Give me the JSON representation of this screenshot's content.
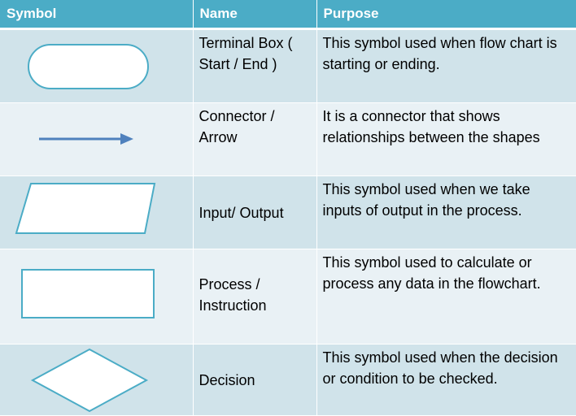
{
  "header": {
    "symbol": "Symbol",
    "name": "Name",
    "purpose": "Purpose"
  },
  "rows": [
    {
      "icon": "terminal-oval-icon",
      "name": "Terminal Box ( Start / End )",
      "purpose": "This symbol used when flow chart is starting or ending."
    },
    {
      "icon": "arrow-right-icon",
      "name": "Connector / Arrow",
      "purpose": "It is a connector that shows relationships between the shapes"
    },
    {
      "icon": "parallelogram-icon",
      "name": "Input/ Output",
      "purpose": "This symbol used when we take inputs of output in the process."
    },
    {
      "icon": "rectangle-icon",
      "name": "Process / Instruction",
      "purpose": "This symbol used to calculate or process any data in the flowchart."
    },
    {
      "icon": "diamond-icon",
      "name": "Decision",
      "purpose": "This symbol used when the decision or condition to be checked."
    }
  ],
  "colors": {
    "header_bg": "#4bacc6",
    "row_dark": "#d0e3ea",
    "row_light": "#e9f1f5",
    "shape_stroke": "#4bacc6",
    "arrow": "#4f81bd"
  }
}
